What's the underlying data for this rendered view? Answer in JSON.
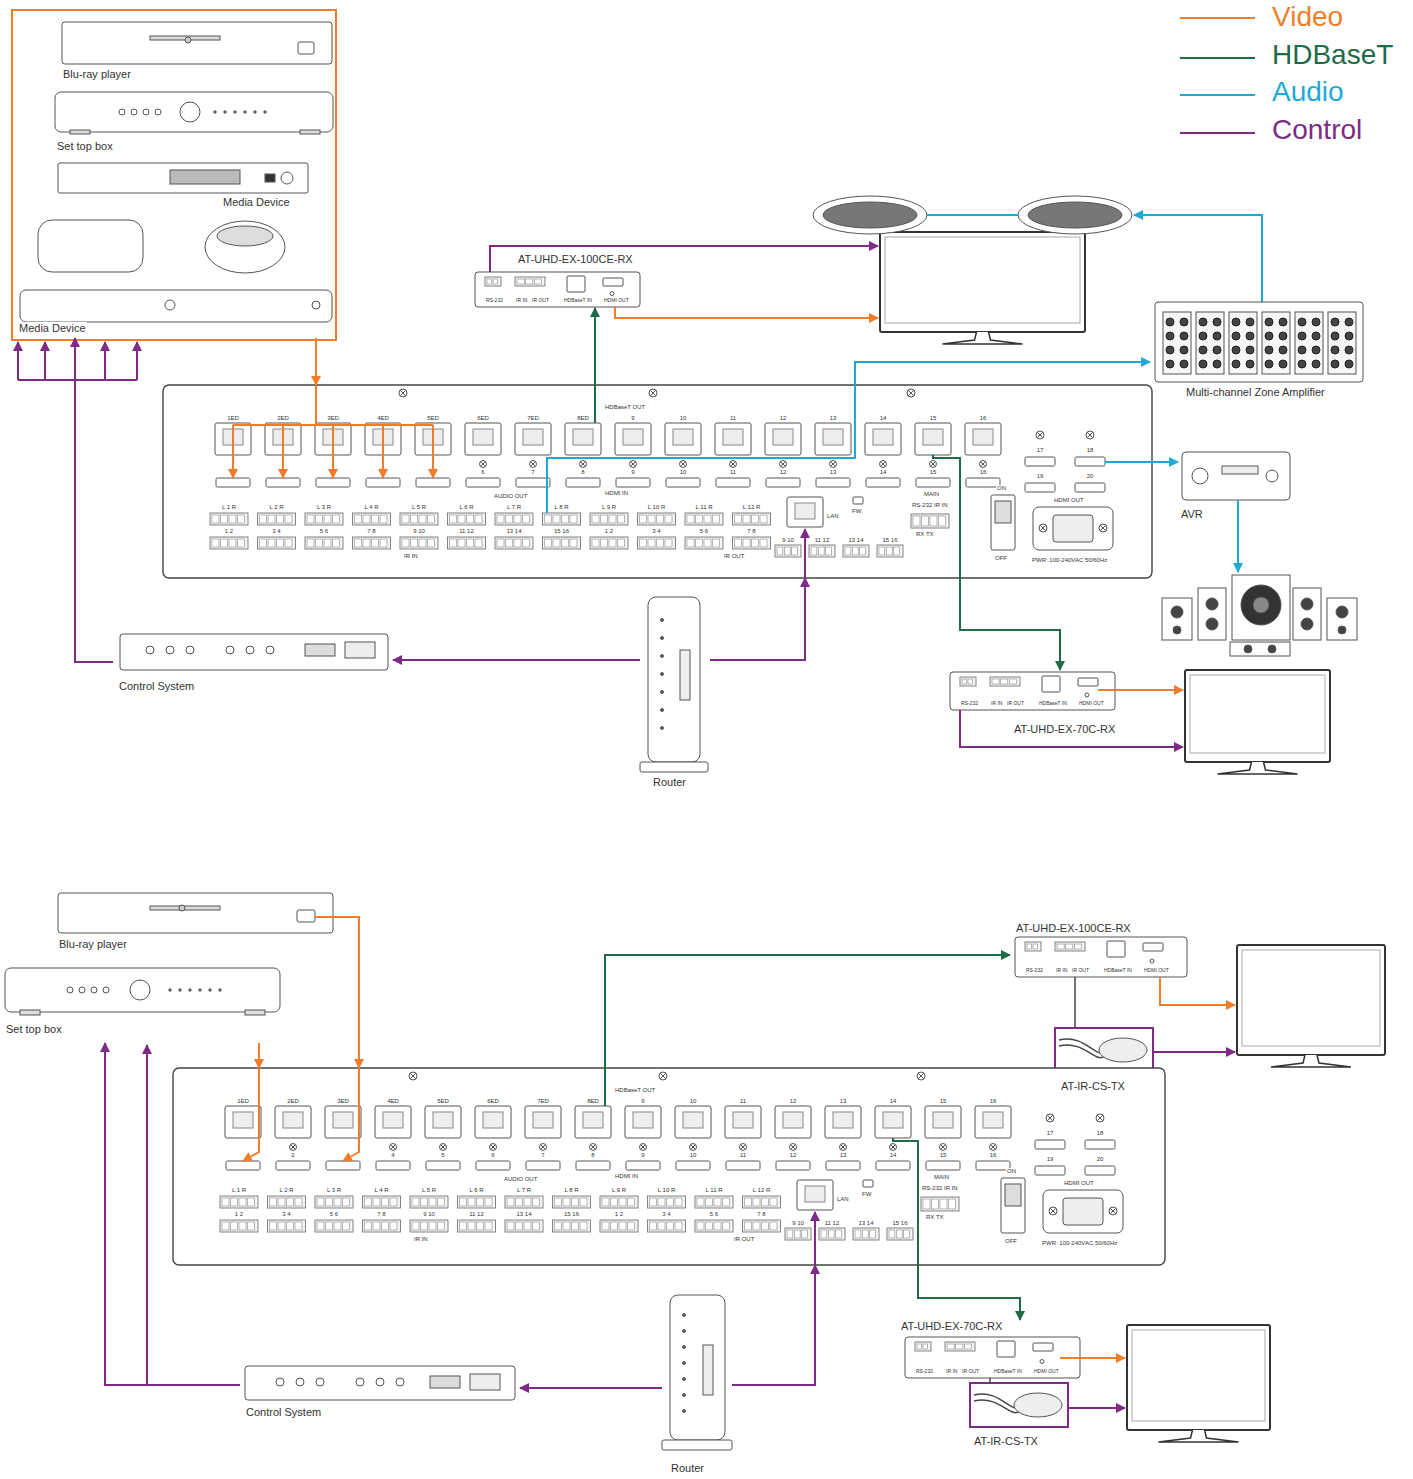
{
  "diagram": {
    "nodes": [
      {
        "text": [
          "Blu-ray player"
        ]
      },
      {
        "text": [
          "Set top box"
        ]
      },
      {
        "text": [
          "Media Device"
        ]
      },
      {
        "text": [
          "AT-UHD-EX-100CE-RX",
          "RS-232",
          "IR IN",
          "IR OUT",
          "HDBaseT IN",
          "HDMI OUT"
        ]
      },
      {
        "text": [
          "Media Device"
        ]
      },
      {
        "text": [
          "Multi-channel Zone Amplifier"
        ]
      },
      {
        "text": [
          "HDBaseT OUT",
          "HDMI IN",
          "AUDIO OUT",
          "LAN",
          "FW",
          "MAIN",
          "RS-232",
          "IR IN",
          "RX TX",
          "ON",
          "OFF",
          "PWR: 100-240VAC 50/60Hz",
          "HDMI OUT"
        ]
      },
      {
        "text": [
          "AVR"
        ]
      },
      {
        "text": [
          "Router"
        ]
      },
      {
        "text": [
          "Control System"
        ]
      },
      {
        "text": [
          "AT-UHD-EX-70C-RX",
          "RS-232",
          "IR IN",
          "IR OUT",
          "HDBaseT IN",
          "HDMI OUT"
        ]
      },
      {
        "text": [
          "Blu-ray player"
        ]
      },
      {
        "text": [
          "AT-UHD-EX-100CE-RX",
          "RS-232",
          "IR IN",
          "IR OUT",
          "HDBaseT IN",
          "HDMI OUT"
        ]
      },
      {
        "text": [
          "Set top box"
        ]
      },
      {
        "text": [
          "AT-IR-CS-TX"
        ]
      },
      {
        "text": [
          "HDBaseT OUT",
          "HDMI IN",
          "AUDIO OUT",
          "LAN",
          "FW",
          "MAIN",
          "RS-232",
          "IR IN",
          "RX TX",
          "ON",
          "OFF",
          "PWR: 100-240VAC 50/60Hz",
          "HDMI OUT"
        ]
      },
      {
        "text": [
          "AT-UHD-EX-70C-RX",
          "RS-232",
          "IR IN",
          "IR OUT",
          "HDBaseT IN",
          "HDMI OUT"
        ]
      },
      {
        "text": [
          "Control System"
        ]
      },
      {
        "text": [
          "AT-IR-CS-TX"
        ]
      },
      {
        "text": [
          "Router"
        ]
      }
    ],
    "edges": [
      {
        "from": 4,
        "to": 6,
        "arrow": "to"
      },
      {
        "from": 6,
        "to": 3,
        "arrow": "to"
      },
      {
        "from": 6,
        "to": 5,
        "arrow": "to"
      },
      {
        "from": 6,
        "to": 7,
        "arrow": "to"
      },
      {
        "from": 6,
        "to": 10,
        "arrow": "to"
      },
      {
        "from": 8,
        "to": 6,
        "arrow": "to"
      },
      {
        "from": 8,
        "to": 9,
        "arrow": "to"
      },
      {
        "from": 9,
        "to": 4,
        "arrow": "to"
      },
      {
        "from": 11,
        "to": 15,
        "arrow": "to"
      },
      {
        "from": 13,
        "to": 15,
        "arrow": "to"
      },
      {
        "from": 15,
        "to": 12,
        "arrow": "to"
      },
      {
        "from": 15,
        "to": 16,
        "arrow": "to"
      },
      {
        "from": 19,
        "to": 15,
        "arrow": "to"
      },
      {
        "from": 19,
        "to": 17,
        "arrow": "to"
      },
      {
        "from": 17,
        "to": 13,
        "arrow": "to"
      }
    ],
    "labels": [
      "1ED",
      "2ED",
      "3ED",
      "4ED",
      "5ED",
      "6ED",
      "7ED",
      "8ED",
      "9",
      "10",
      "11",
      "12",
      "13",
      "14",
      "15",
      "16",
      "6",
      "7",
      "8",
      "9",
      "10",
      "11",
      "12",
      "13",
      "14",
      "15",
      "16",
      "17",
      "18",
      "19",
      "20",
      "L 1 R",
      "L 2 R",
      "L 3 R",
      "L 4 R",
      "L 5 R",
      "L 6 R",
      "L 7 R",
      "L 8 R",
      "L 9 R",
      "L 10 R",
      "L 11 R",
      "L 12 R",
      "1 2",
      "3 4",
      "5 6",
      "7 8",
      "9 10",
      "11 12",
      "13 14",
      "15 16",
      "1 2",
      "3 4",
      "5 6",
      "7 8",
      "9 10",
      "11 12",
      "13 14",
      "15 16",
      "IR IN",
      "IR OUT",
      "1ED",
      "2ED",
      "3ED",
      "4ED",
      "5ED",
      "6ED",
      "7ED",
      "8ED",
      "9",
      "10",
      "11",
      "12",
      "13",
      "14",
      "15",
      "16",
      "2",
      "4",
      "5",
      "6",
      "7",
      "8",
      "9",
      "10",
      "11",
      "12",
      "13",
      "14",
      "15",
      "16",
      "17",
      "18",
      "19",
      "20",
      "L 1 R",
      "L 2 R",
      "L 3 R",
      "L 4 R",
      "L 5 R",
      "L 6 R",
      "L 7 R",
      "L 8 R",
      "L 9 R",
      "L 10 R",
      "L 11 R",
      "L 12 R",
      "1 2",
      "3 4",
      "5 6",
      "7 8",
      "9 10",
      "11 12",
      "13 14",
      "15 16",
      "1 2",
      "3 4",
      "5 6",
      "7 8",
      "9 10",
      "11 12",
      "13 14",
      "15 16",
      "IR IN",
      "IR OUT"
    ],
    "legend": [
      {
        "text": "Video"
      },
      {
        "text": "HDBaseT"
      },
      {
        "text": "Audio"
      },
      {
        "text": "Control"
      }
    ]
  }
}
